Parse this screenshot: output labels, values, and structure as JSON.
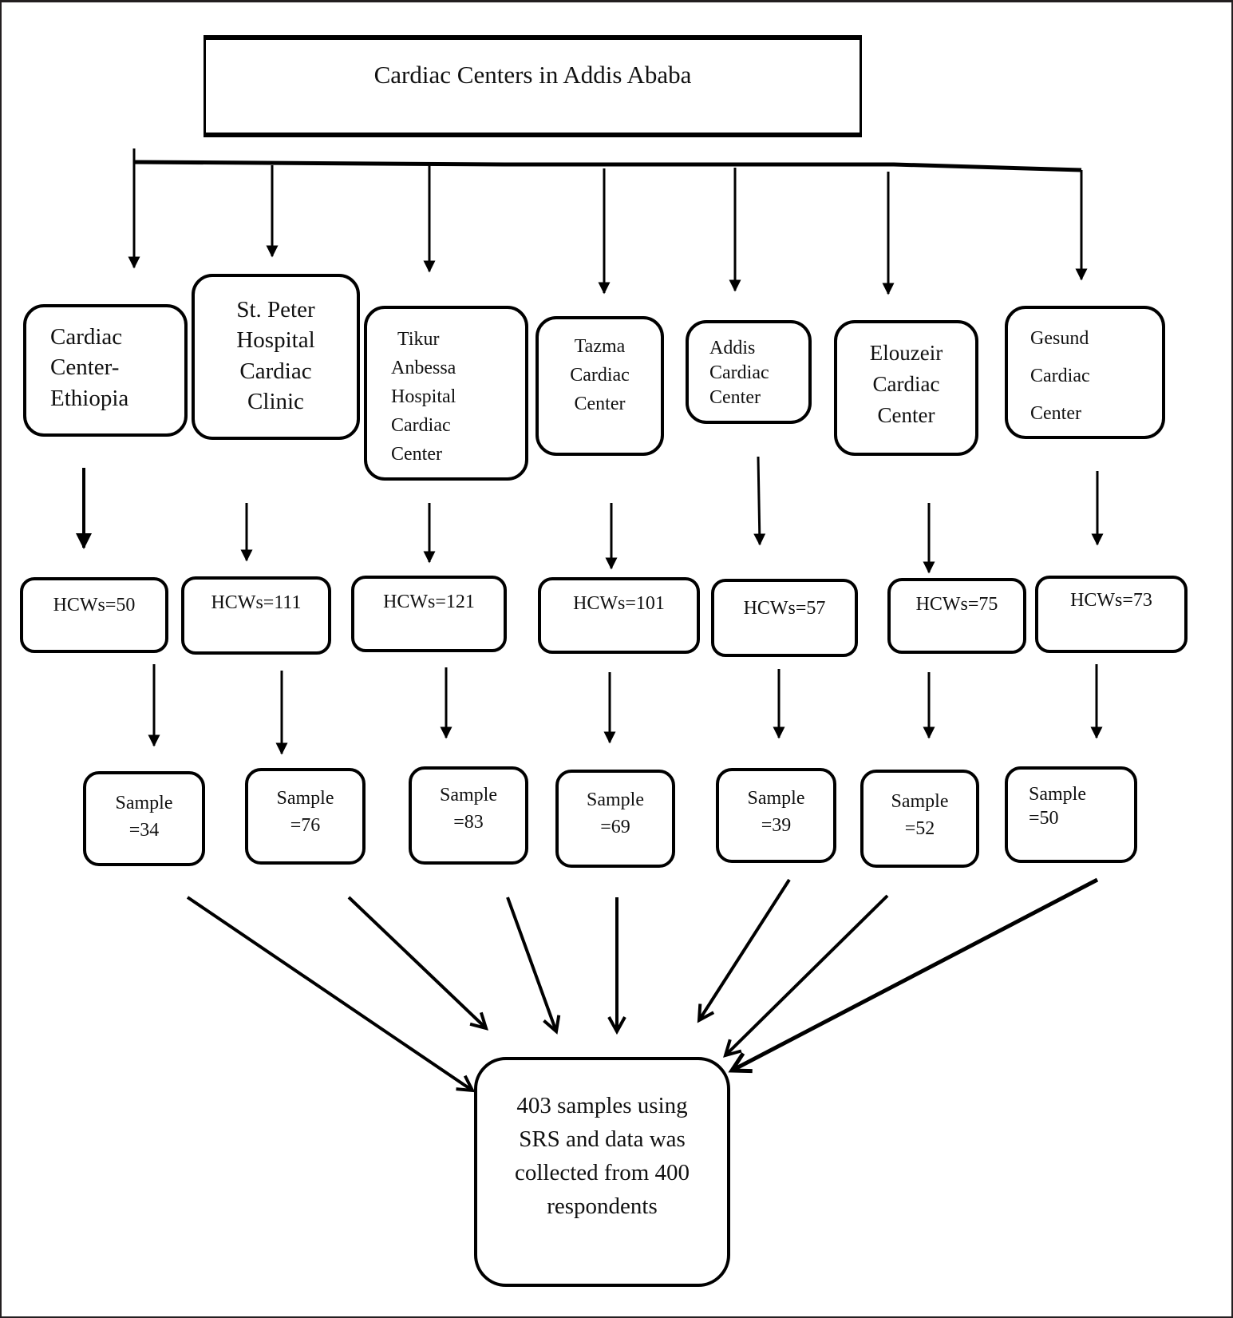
{
  "diagram": {
    "title": "Cardiac Centers in Addis Ababa",
    "centers": [
      {
        "name_lines": [
          "Cardiac",
          "Center-",
          "Ethiopia"
        ],
        "hcws_label": "HCWs=50",
        "hcws": 50,
        "sample_lines": [
          "Sample",
          "=34"
        ],
        "sample": 34
      },
      {
        "name_lines": [
          "St. Peter",
          "Hospital",
          "Cardiac",
          "Clinic"
        ],
        "hcws_label": "HCWs=111",
        "hcws": 111,
        "sample_lines": [
          "Sample",
          "=76"
        ],
        "sample": 76
      },
      {
        "name_lines": [
          "Tikur",
          "Anbessa",
          "Hospital",
          "Cardiac",
          "Center"
        ],
        "hcws_label": "HCWs=121",
        "hcws": 121,
        "sample_lines": [
          "Sample",
          "=83"
        ],
        "sample": 83
      },
      {
        "name_lines": [
          "Tazma",
          "Cardiac",
          "Center"
        ],
        "hcws_label": "HCWs=101",
        "hcws": 101,
        "sample_lines": [
          "Sample",
          "=69"
        ],
        "sample": 69
      },
      {
        "name_lines": [
          "Addis",
          "Cardiac",
          "Center"
        ],
        "hcws_label": "HCWs=57",
        "hcws": 57,
        "sample_lines": [
          "Sample",
          "=39"
        ],
        "sample": 39
      },
      {
        "name_lines": [
          "Elouzeir",
          "Cardiac",
          "Center"
        ],
        "hcws_label": "HCWs=75",
        "hcws": 75,
        "sample_lines": [
          "Sample",
          "=52"
        ],
        "sample": 52
      },
      {
        "name_lines": [
          "Gesund",
          "Cardiac",
          "Center"
        ],
        "hcws_label": "HCWs=73",
        "hcws": 73,
        "sample_lines": [
          "Sample",
          "=50"
        ],
        "sample": 50
      }
    ],
    "result_lines": [
      "403 samples using",
      "SRS and data was",
      "collected from 400",
      "respondents"
    ],
    "colors": {
      "stroke": "#000000",
      "background": "#ffffff",
      "frame": "#231f20"
    }
  }
}
